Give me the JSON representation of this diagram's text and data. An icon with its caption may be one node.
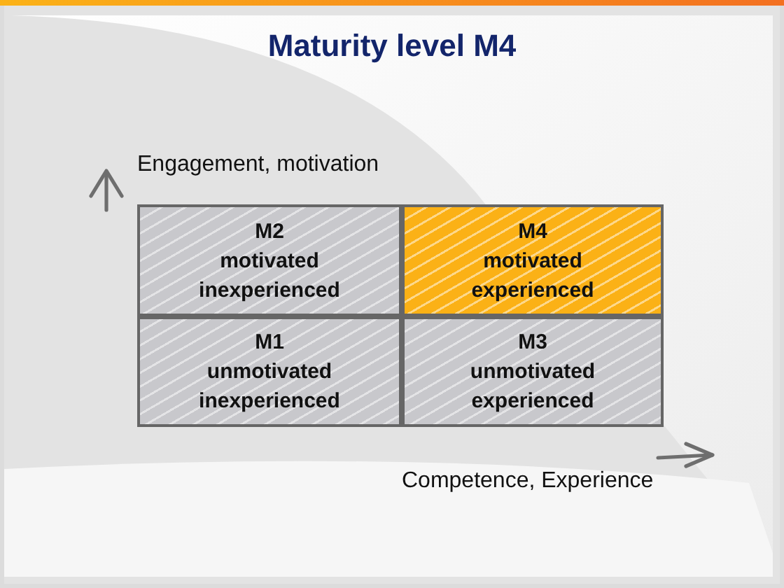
{
  "diagram": {
    "title": "Maturity level M4",
    "nodes": [
      {
        "text": [
          "M2",
          "motivated",
          "inexperienced"
        ]
      },
      {
        "text": [
          "M4",
          "motivated",
          "experienced"
        ]
      },
      {
        "text": [
          "M1",
          "unmotivated",
          "inexperienced"
        ]
      },
      {
        "text": [
          "M3",
          "unmotivated",
          "experienced"
        ]
      }
    ],
    "labels": [
      "Engagement, motivation",
      "Competence, Experience"
    ]
  }
}
